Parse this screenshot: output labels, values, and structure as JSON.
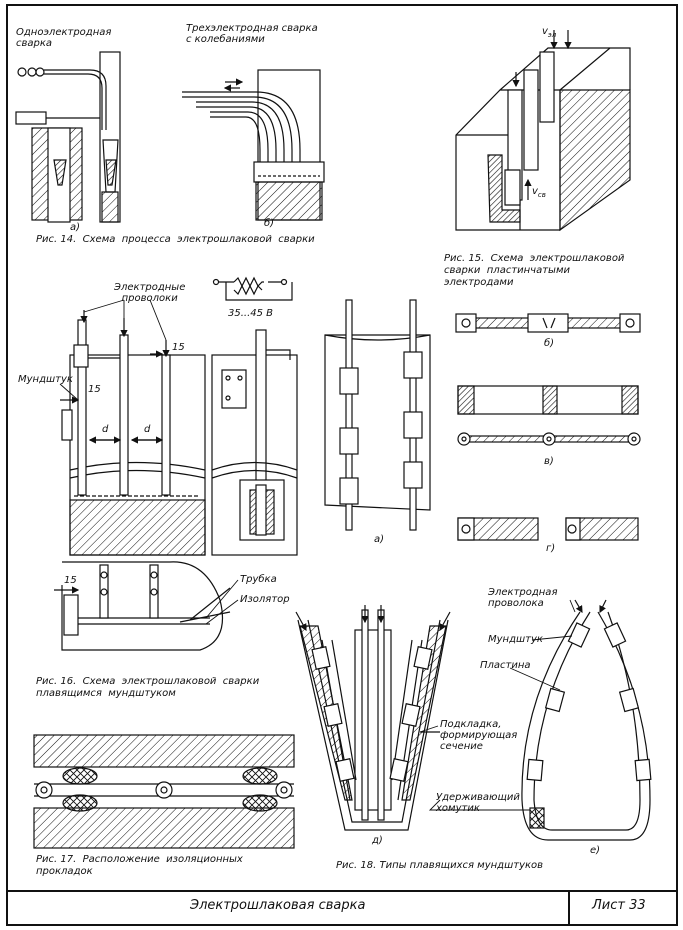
{
  "fig14": {
    "label_single": "Одноэлектродная\nсварка",
    "label_three": "Трехэлектродная сварка\nс колебаниями",
    "sub_a": "а)",
    "sub_b": "б)",
    "caption": "Рис. 14.  Схема  процесса  электрошлаковой  сварки"
  },
  "fig15": {
    "v_el": "v",
    "v_el_sub": "эл",
    "v_sv": "v",
    "v_sv_sub": "св",
    "caption": "Рис. 15.  Схема  электрошлаковой\nсварки  пластинчатыми\nэлектродами"
  },
  "fig16": {
    "label_wires": "Электродные\nпроволоки",
    "label_tip": "Мундштук",
    "dim_15a": "15",
    "dim_15b": "15",
    "dim_15c": "15",
    "dim_d1": "d",
    "dim_d2": "d",
    "voltage": "35...45 В",
    "label_tube": "Трубка",
    "label_insulator": "Изолятор",
    "caption": "Рис. 16.  Схема  электрошлаковой  сварки\nплавящимся  мундштуком"
  },
  "fig17": {
    "caption": "Рис. 17.  Расположение  изоляционных\nпрокладок"
  },
  "fig18": {
    "sub_a": "а)",
    "sub_b": "б)",
    "sub_v": "в)",
    "sub_g": "г)",
    "sub_d": "д)",
    "sub_e": "е)",
    "label_backing": "Подкладка,\nформирующая\nсечение",
    "label_clamp": "Удерживающий\nхомутик",
    "label_wire": "Электродная\nпроволока",
    "label_tip": "Мундштук",
    "label_plate": "Пластина",
    "caption": "Рис. 18.  Типы  плавящихся  мундштуков"
  },
  "title_block": {
    "title": "Электрошлаковая  сварка",
    "sheet": "Лист  33"
  }
}
